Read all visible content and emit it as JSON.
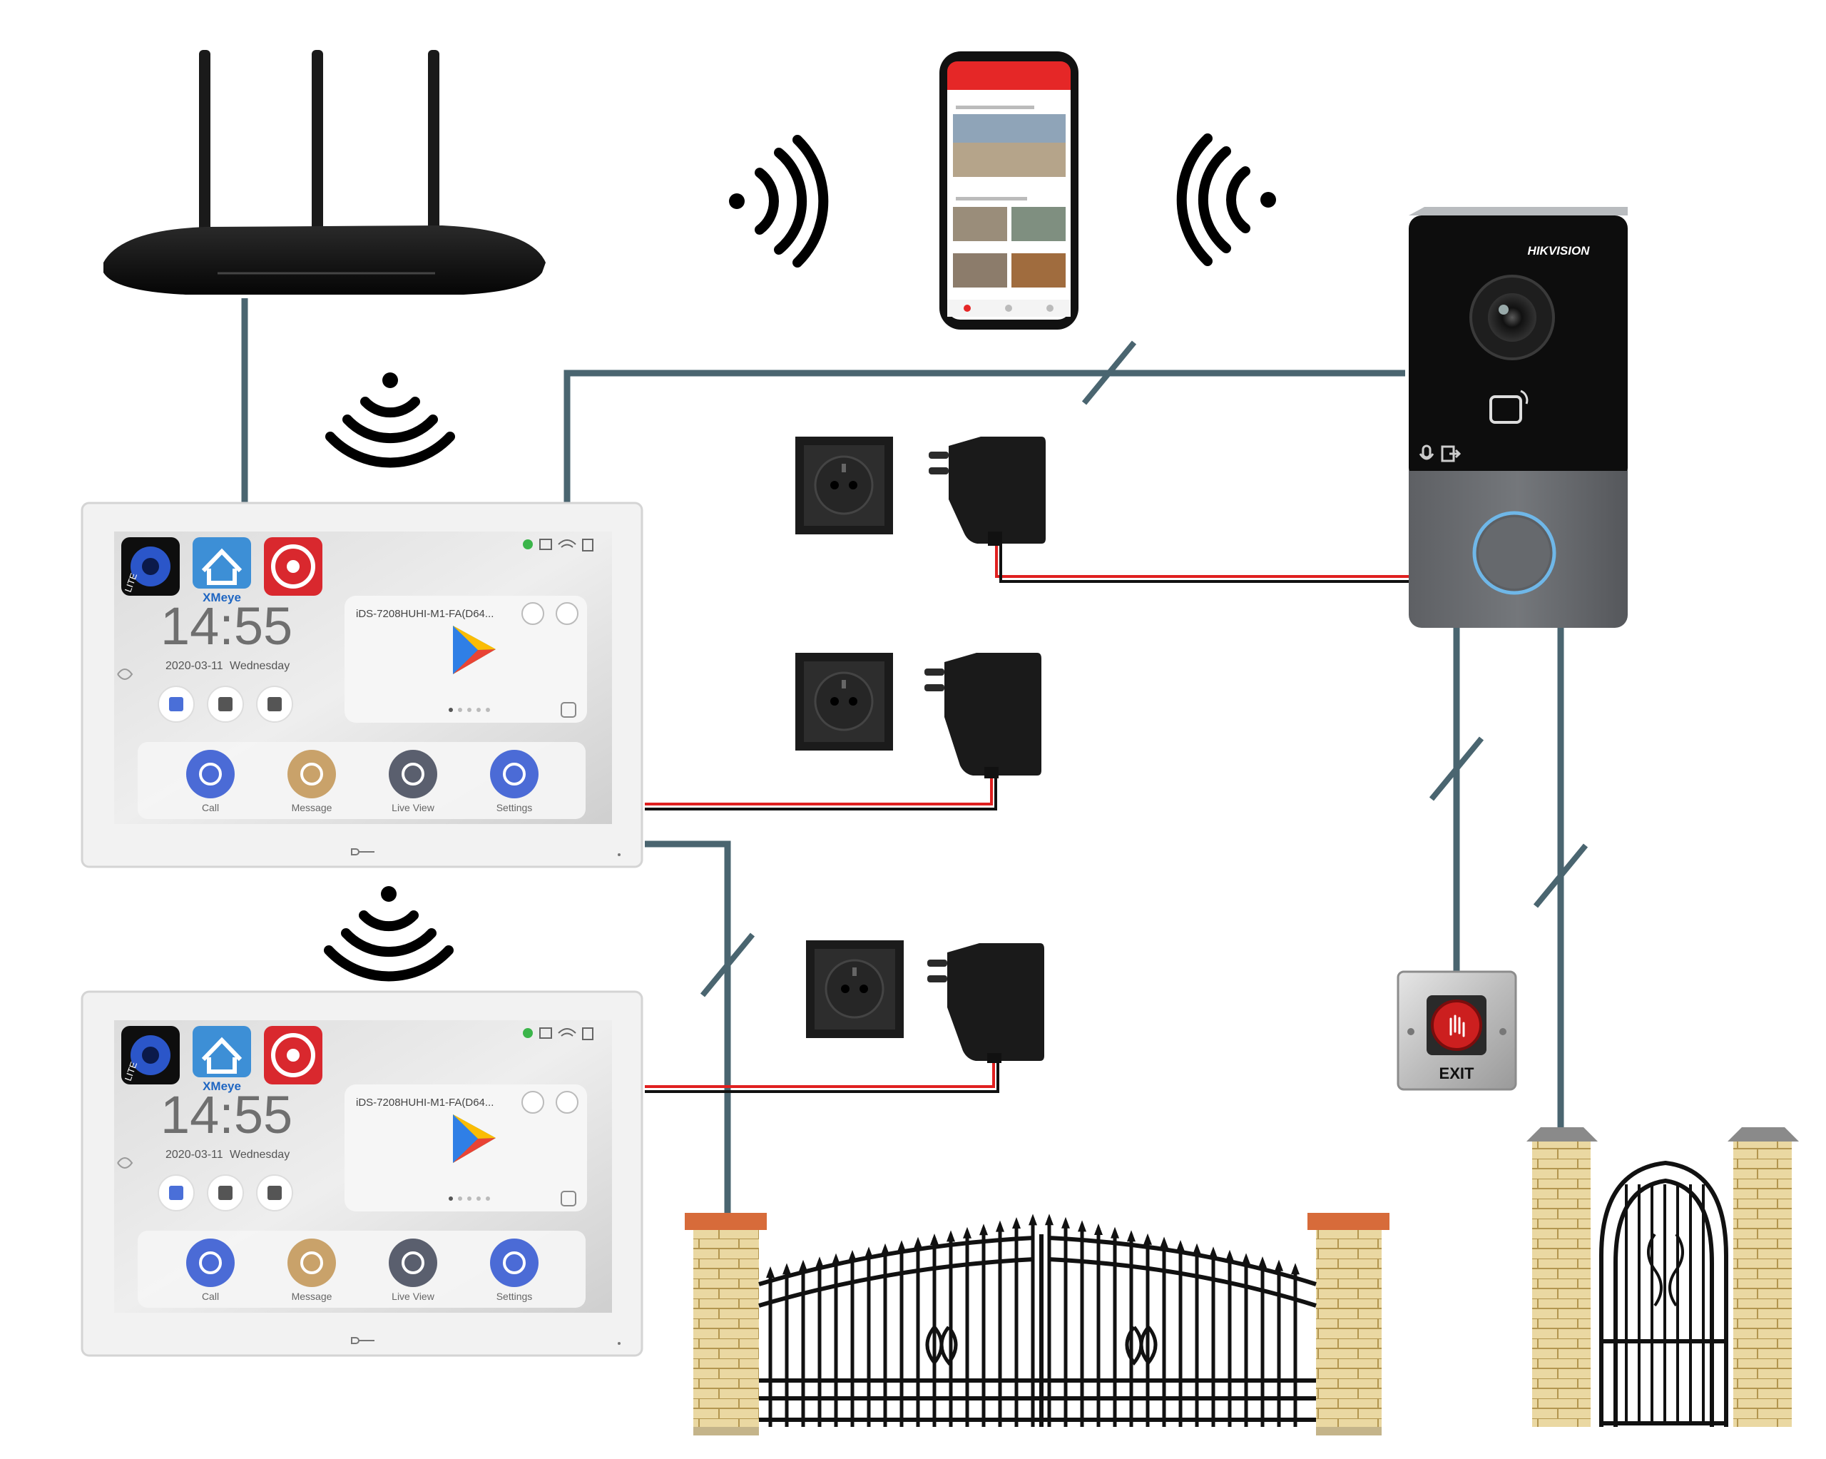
{
  "colors": {
    "cable": "#4a6570",
    "power_red": "#e02020",
    "power_black": "#111111",
    "brick": "#e8d49a",
    "brick_line": "#b79a55",
    "cap": "#d76b3a",
    "gate_iron": "#111111",
    "monitor_frame": "#f2f2f2",
    "accent_red": "#d9282e",
    "icon_blue": "#4a6fd8"
  },
  "doorbell": {
    "brand": "HIKVISION"
  },
  "exit_button": {
    "label": "EXIT"
  },
  "monitors": [
    {
      "app_labels": [
        "LITE",
        "XMeye"
      ],
      "time": "14:55",
      "date": "2020-03-11",
      "weekday": "Wednesday",
      "device_name": "iDS-7208HUHI-M1-FA(D64...",
      "dock": [
        "Call",
        "Message",
        "Live View",
        "Settings"
      ]
    },
    {
      "app_labels": [
        "LITE",
        "XMeye"
      ],
      "time": "14:55",
      "date": "2020-03-11",
      "weekday": "Wednesday",
      "device_name": "iDS-7208HUHI-M1-FA(D64...",
      "dock": [
        "Call",
        "Message",
        "Live View",
        "Settings"
      ]
    }
  ]
}
